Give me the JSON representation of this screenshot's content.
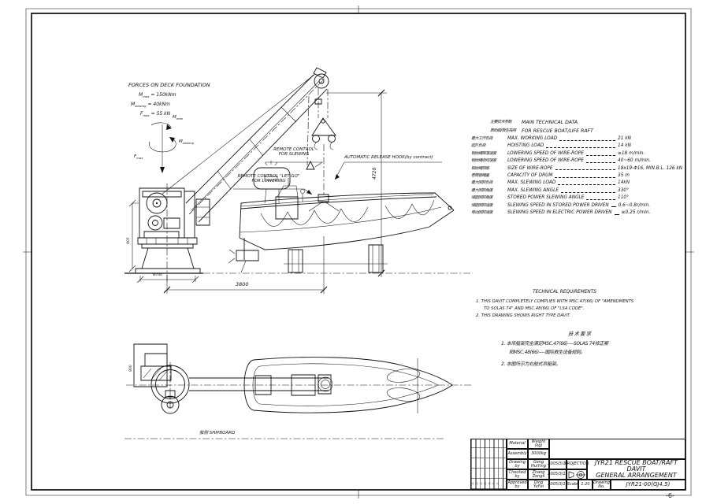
{
  "colors": {
    "ink": "#111111",
    "paper": "#ffffff"
  },
  "frame": {
    "page_number": "-6-"
  },
  "forces": {
    "title": "FORCES ON DECK FOUNDATION",
    "rows": [
      {
        "sym": "M",
        "sub": "max",
        "eq": "= 150kNm"
      },
      {
        "sym": "M",
        "sub": "slewing",
        "eq": "= 40kNm"
      },
      {
        "sym": "F",
        "sub": "max",
        "eq": "= 55 kN"
      }
    ],
    "arrow_labels": [
      {
        "sym": "M",
        "sub": "max"
      },
      {
        "sym": "M",
        "sub": "slewing"
      },
      {
        "sym": "F",
        "sub": "max"
      }
    ]
  },
  "callouts": {
    "slewing_line1": "REMOTE CONTROL",
    "slewing_line2": "FOR SLEWING",
    "release_hook": "AUTOMATIC RELEASE HOOK(by contract)",
    "letgo_line1": "REMOTE CONTROL \"LET GO\"",
    "letgo_line2": "FOR LOWERING",
    "shipboard_cn": "舷侧",
    "shipboard_en": "SHIPBOARD"
  },
  "dimensions": {
    "span": "3800",
    "height": "4720",
    "base_dia": "Φ700",
    "pedestal_height": "905",
    "plan_height": "900"
  },
  "tech_data": {
    "title_cn": "主要技术参数",
    "title_en": "MAIN TECHNICAL DATA",
    "subtitle_cn": "救助艇/救生筏用",
    "subtitle_en": "FOR RESCUE BOAT/LIFE RAFT",
    "rows": [
      {
        "cn": "最大工作负荷",
        "en": "MAX. WORKING LOAD",
        "val": "21 kN"
      },
      {
        "cn": "起升负荷",
        "en": "HOISTING LOAD",
        "val": "14 kN"
      },
      {
        "cn": "钢丝绳降落速度",
        "en": "LOWERING SPEED OF WIRE-ROPE",
        "val": "≥18 m/min."
      },
      {
        "cn": "钢丝绳收绞速度",
        "en": "LOWERING SPEED OF WIRE-ROPE",
        "val": "40~60 m/min."
      },
      {
        "cn": "钢丝绳规格",
        "en": "SIZE OF WIRE-ROPE",
        "val": "18x19-Φ16,  MIN.B.L. 126 kN"
      },
      {
        "cn": "卷筒容绳量",
        "en": "CAPACITY OF DRUM",
        "val": "35 m"
      },
      {
        "cn": "最大回转负荷",
        "en": "MAX. SLEWING LOAD",
        "val": "14kN"
      },
      {
        "cn": "最大回转角度",
        "en": "MAX. SLEWING ANGLE",
        "val": "330°"
      },
      {
        "cn": "储能回转角度",
        "en": "STORED POWER SLEWING ANGLE",
        "val": "110°"
      },
      {
        "cn": "储能回转速度",
        "en": "SLEWING SPEED IN STORED POWER DRIVEN",
        "val": "0.6~0.8r/min."
      },
      {
        "cn": "电动回转速度",
        "en": "SLEWING SPEED IN ELECTRIC POWER DRIVEN",
        "val": "≥0.25 r/min."
      }
    ]
  },
  "tech_req": {
    "title_en": "TECHNICAL REQUIREMENTS",
    "items_en": [
      "1. THIS DAVIT COMPLETELY COMPLIES WITH MSC.47(66) OF \"AMENDMENTS",
      "TO SOLAS 74\" AND MSC.48(66) OF \"LSA CODE\".",
      "2. THIS DRAWING SHOWS RIGHT TYPE DAVIT."
    ],
    "title_cn": "技术要求",
    "items_cn": [
      "1. 本吊艇架完全满足MSC.47(66)----SOLAS 74修正案",
      "和MSC.48(66)----国际救生设备规则。",
      "2. 本图所示为右舷式吊艇架。"
    ]
  },
  "title_block": {
    "material_label": "Material",
    "weight_label": "Weight (kg)",
    "assembly_label": "Assembly",
    "assembly_weight": "3000kg",
    "drawn_label": "Drawing by",
    "drawn_name": "Geng HuiYing",
    "drawn_date": "2005/3/11",
    "checked_label": "Checked by",
    "checked_name": "Zhang Zongli",
    "checked_date": "2005/3/11",
    "approved_label": "Approved by",
    "approved_name": "Ding YuFei",
    "approved_date": "2005/3/11",
    "projection_label": "PROJECTION",
    "title_line1": "JYR21 RESCUE BOAT/RAFT DAVIT",
    "title_line2": "GENERAL ARRANGEMENT",
    "scale_label": "Scale",
    "scale_value": "1:20",
    "drawing_no_label": "Drawing No.",
    "drawing_no": "JYR21-00(GJ4.5)",
    "revision_marks": "◁◁◁◁◁◁◁"
  }
}
